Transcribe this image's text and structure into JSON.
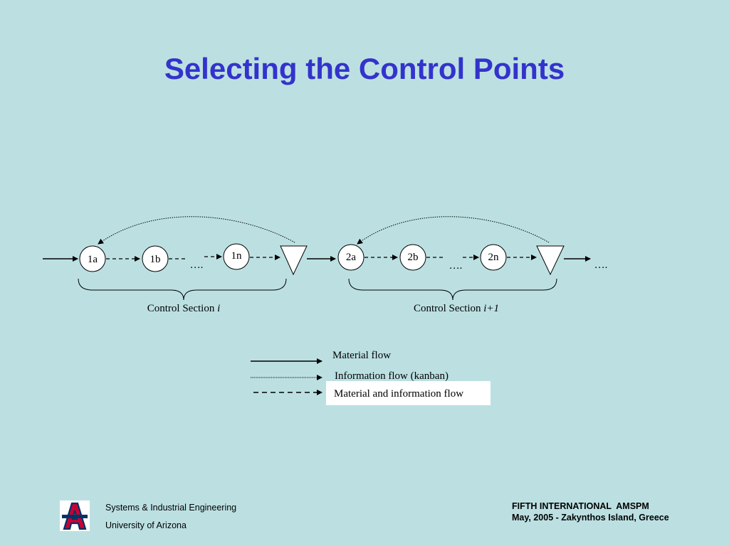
{
  "slide": {
    "title": "Selecting the Control Points"
  },
  "diagram": {
    "section1": {
      "nodes": [
        "1a",
        "1b",
        "1n"
      ],
      "dots": "….",
      "label": "Control Section ",
      "label_italic": "i"
    },
    "section2": {
      "nodes": [
        "2a",
        "2b",
        "2n"
      ],
      "dots": "….",
      "label": "Control Section ",
      "label_italic": "i+1"
    },
    "trailing_dots": "…."
  },
  "legend": {
    "material": "Material flow",
    "information": "Information flow (kanban)",
    "combined": "Material and information flow"
  },
  "footer": {
    "dept": "Systems & Industrial Engineering",
    "university": "University of Arizona",
    "conference": "FIFTH INTERNATIONAL  AMSPM",
    "location": "May, 2005 - Zakynthos Island, Greece"
  },
  "colors": {
    "background": "#bce0e2",
    "title": "#3333cc",
    "logo_red": "#cc0033",
    "logo_blue": "#003366"
  }
}
